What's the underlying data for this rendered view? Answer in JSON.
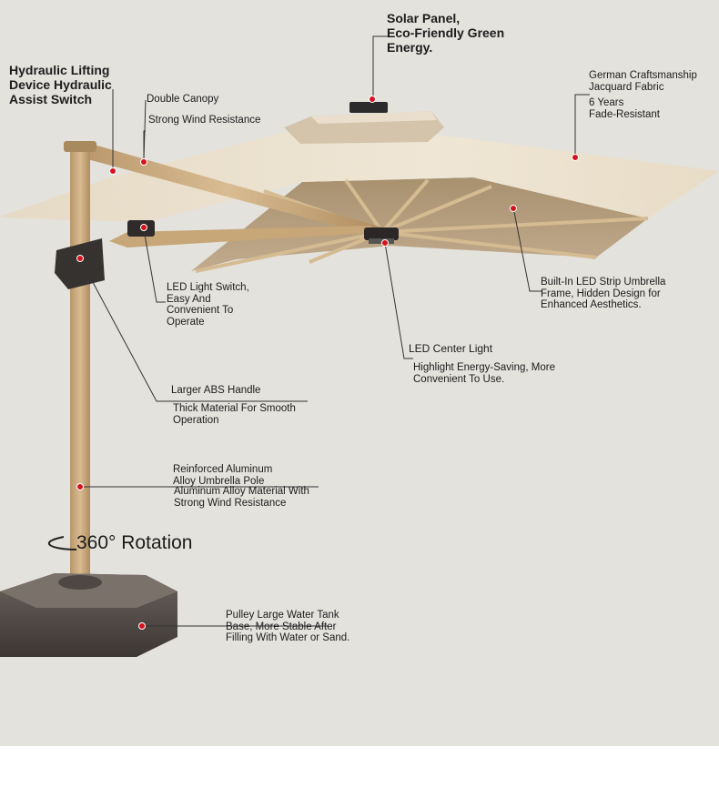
{
  "annotations": {
    "solar_panel": "Solar Panel,\nEco-Friendly Green\nEnergy.",
    "hydraulic": "Hydraulic Lifting\nDevice Hydraulic\nAssist Switch",
    "double_canopy": "Double Canopy",
    "strong_wind": "Strong Wind Resistance",
    "german_craft": "German Craftsmanship\nJacquard Fabric",
    "six_years": "6 Years\nFade-Resistant",
    "led_strip": "Built-In LED Strip Umbrella\nFrame, Hidden Design for\nEnhanced Aesthetics.",
    "led_switch": "LED Light Switch,\nEasy And\nConvenient To\nOperate",
    "led_center_title": "LED Center Light",
    "led_center_desc": "Highlight Energy-Saving, More\nConvenient To Use.",
    "abs_title": "Larger ABS Handle",
    "abs_desc": "Thick Material For Smooth\nOperation",
    "pole_title": "Reinforced Aluminum\nAlloy Umbrella Pole",
    "pole_desc": "Aluminum Alloy Material With\nStrong Wind Resistance",
    "rotation": "360° Rotation",
    "base": "Pulley Large Water Tank\nBase, More Stable After\nFilling With Water or Sand."
  },
  "colors": {
    "background": "#e4e2dd",
    "canopy_top": "#ebe1cf",
    "canopy_under": "#b49d80",
    "wood_pole": "#c9a97c",
    "dot": "#d4121c",
    "base": "#4a4441"
  }
}
